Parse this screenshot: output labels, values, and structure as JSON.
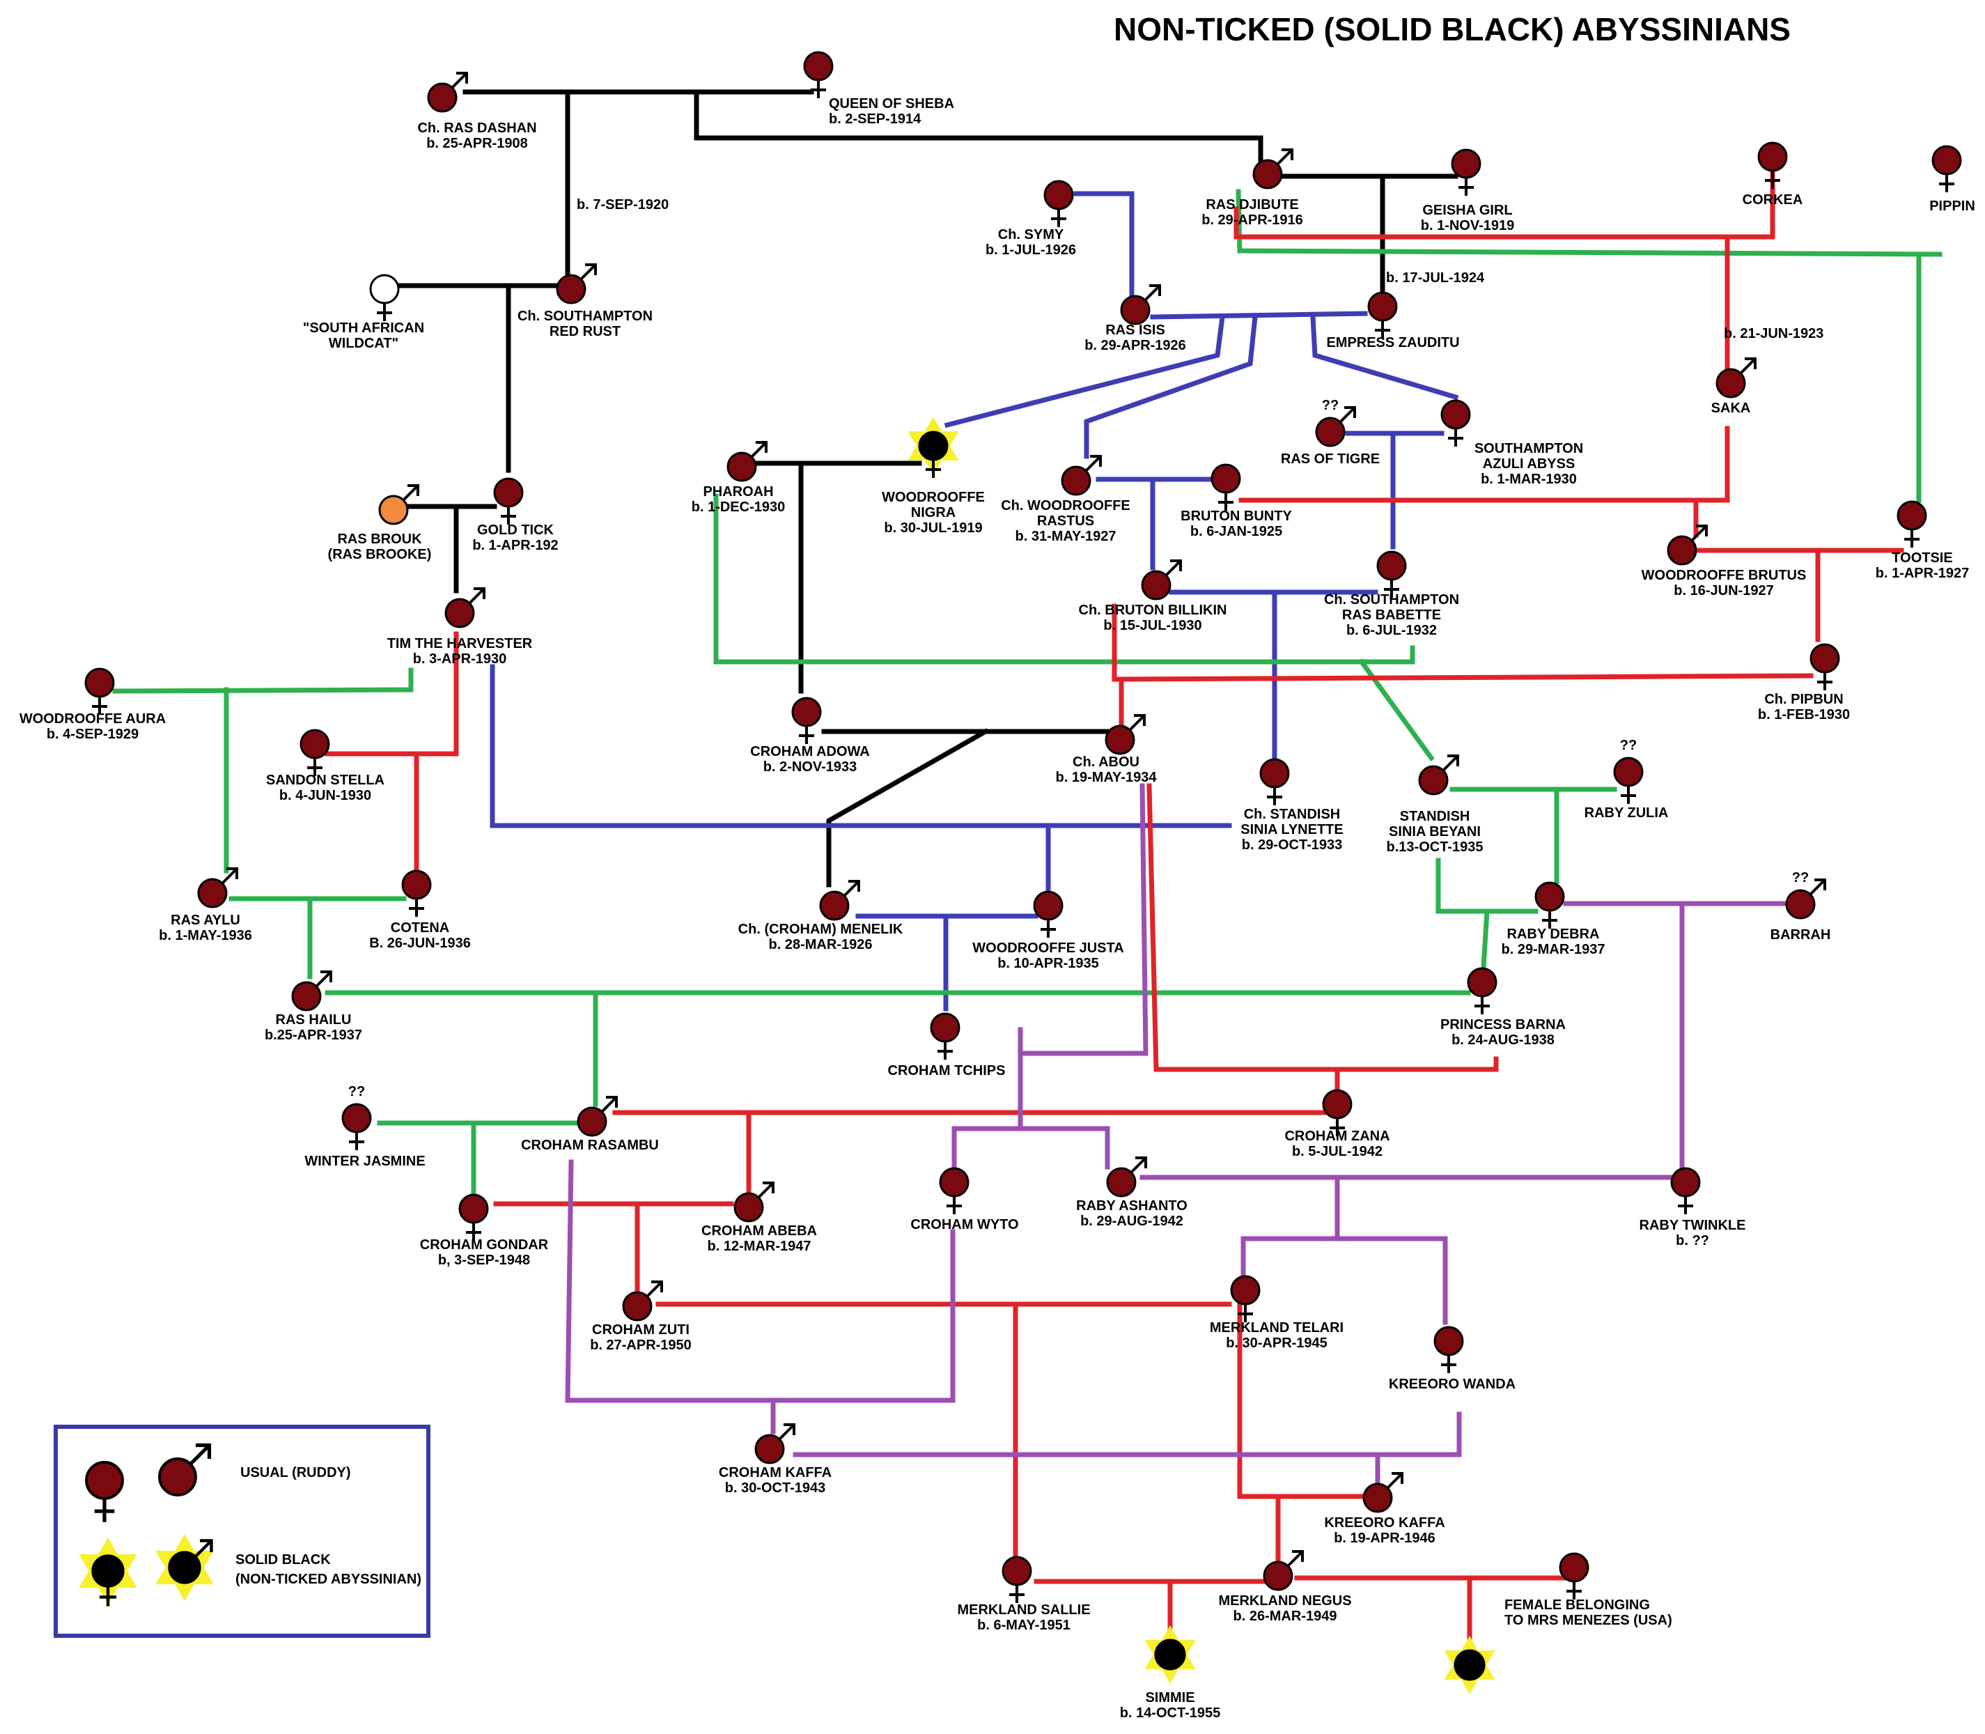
{
  "title": "NON-TICKED (SOLID BLACK) ABYSSINIANS",
  "colors": {
    "black_line": "#000000",
    "blue_line": "#3d3db5",
    "green_line": "#2eb04e",
    "red_line": "#e0232a",
    "purple_line": "#9b4fb0",
    "usual_fill": "#7b0a10",
    "orange_fill": "#f08a3c",
    "solid_black_fill": "#000000",
    "star_fill": "#f7f02a",
    "legend_border": "#3a3aa8"
  },
  "cats": [
    {
      "id": "ras_dashan",
      "type": "male",
      "name": [
        "Ch. RAS DASHAN"
      ],
      "date": "b. 25-APR-1908"
    },
    {
      "id": "queen_sheba",
      "type": "female",
      "name": [
        "QUEEN OF SHEBA"
      ],
      "date": "b. 2-SEP-1914"
    },
    {
      "id": "wildcat",
      "type": "female_white",
      "name": [
        "\"SOUTH AFRICAN",
        "WILDCAT\""
      ],
      "date": ""
    },
    {
      "id": "red_rust",
      "type": "male",
      "name": [
        "Ch. SOUTHAMPTON",
        "RED RUST"
      ],
      "date": ""
    },
    {
      "id": "ras_brouk",
      "type": "male_orange",
      "name": [
        "RAS BROUK",
        "(RAS BROOKE)"
      ],
      "date": ""
    },
    {
      "id": "gold_tick",
      "type": "female",
      "name": [
        "GOLD TICK"
      ],
      "date": "b. 1-APR-192"
    },
    {
      "id": "tim_harvester",
      "type": "male",
      "name": [
        "TIM THE HARVESTER"
      ],
      "date": "b. 3-APR-1930"
    },
    {
      "id": "ras_djibute",
      "type": "male",
      "name": [
        "RAS DJIBUTE"
      ],
      "date": "b. 29-APR-1916"
    },
    {
      "id": "geisha_girl",
      "type": "female",
      "name": [
        "GEISHA GIRL"
      ],
      "date": "b. 1-NOV-1919"
    },
    {
      "id": "corkea",
      "type": "female",
      "name": [
        "CORKEA"
      ],
      "date": ""
    },
    {
      "id": "pippin",
      "type": "female",
      "name": [
        "PIPPIN"
      ],
      "date": ""
    },
    {
      "id": "symy",
      "type": "female",
      "name": [
        "Ch. SYMY"
      ],
      "date": "b. 1-JUL-1926"
    },
    {
      "id": "ras_isis",
      "type": "male",
      "name": [
        "RAS ISIS"
      ],
      "date": "b. 29-APR-1926"
    },
    {
      "id": "empress_zauditu",
      "type": "female",
      "name": [
        "EMPRESS ZAUDITU"
      ],
      "date": ""
    },
    {
      "id": "saka",
      "type": "male",
      "name": [
        "SAKA"
      ],
      "date": ""
    },
    {
      "id": "ras_tigre",
      "type": "male",
      "name": [
        "RAS OF TIGRE"
      ],
      "date": "",
      "q": "??"
    },
    {
      "id": "azuli",
      "type": "female",
      "name": [
        "SOUTHAMPTON",
        "AZULI ABYSS"
      ],
      "date": "b. 1-MAR-1930"
    },
    {
      "id": "pharoah",
      "type": "male",
      "name": [
        "PHAROAH"
      ],
      "date": "b. 1-DEC-1930"
    },
    {
      "id": "nigra",
      "type": "black_female",
      "name": [
        "WOODROOFFE",
        "NIGRA"
      ],
      "date": "b. 30-JUL-1919"
    },
    {
      "id": "rastus",
      "type": "male",
      "name": [
        "Ch. WOODROOFFE",
        "RASTUS"
      ],
      "date": "b. 31-MAY-1927"
    },
    {
      "id": "bruton_bunty",
      "type": "female",
      "name": [
        "BRUTON BUNTY"
      ],
      "date": "b. 6-JAN-1925"
    },
    {
      "id": "brutus",
      "type": "male",
      "name": [
        "WOODROOFFE BRUTUS"
      ],
      "date": "b. 16-JUN-1927"
    },
    {
      "id": "tootsie",
      "type": "female",
      "name": [
        "TOOTSIE"
      ],
      "date": "b. 1-APR-1927"
    },
    {
      "id": "billikin",
      "type": "male",
      "name": [
        "Ch. BRUTON BILLIKIN"
      ],
      "date": "b. 15-JUL-1930"
    },
    {
      "id": "ras_babette",
      "type": "female",
      "name": [
        "Ch. SOUTHAMPTON",
        "RAS BABETTE"
      ],
      "date": "b. 6-JUL-1932"
    },
    {
      "id": "pipbun",
      "type": "female",
      "name": [
        "Ch. PIPBUN"
      ],
      "date": "b. 1-FEB-1930"
    },
    {
      "id": "aura",
      "type": "female",
      "name": [
        "WOODROOFFE AURA"
      ],
      "date": "b. 4-SEP-1929"
    },
    {
      "id": "sandon_stella",
      "type": "female",
      "name": [
        "SANDON STELLA"
      ],
      "date": "b. 4-JUN-1930"
    },
    {
      "id": "croham_adowa",
      "type": "female",
      "name": [
        "CROHAM ADOWA"
      ],
      "date": "b. 2-NOV-1933"
    },
    {
      "id": "abou",
      "type": "male",
      "name": [
        "Ch. ABOU"
      ],
      "date": "b. 19-MAY-1934"
    },
    {
      "id": "lynette",
      "type": "female",
      "name": [
        "Ch. STANDISH",
        "SINIA LYNETTE"
      ],
      "date": "b. 29-OCT-1933"
    },
    {
      "id": "beyani",
      "type": "male",
      "name": [
        "STANDISH",
        "SINIA BEYANI"
      ],
      "date": "b.13-OCT-1935"
    },
    {
      "id": "raby_zulia",
      "type": "female",
      "name": [
        "RABY ZULIA"
      ],
      "date": "",
      "q": "??"
    },
    {
      "id": "ras_aylu",
      "type": "male",
      "name": [
        "RAS AYLU"
      ],
      "date": "b. 1-MAY-1936"
    },
    {
      "id": "cotena",
      "type": "female",
      "name": [
        "COTENA"
      ],
      "date": "B. 26-JUN-1936"
    },
    {
      "id": "menelik",
      "type": "male",
      "name": [
        "Ch. (CROHAM) MENELIK"
      ],
      "date": "b. 28-MAR-1926"
    },
    {
      "id": "justa",
      "type": "female",
      "name": [
        "WOODROOFFE JUSTA"
      ],
      "date": "b. 10-APR-1935"
    },
    {
      "id": "raby_debra",
      "type": "female",
      "name": [
        "RABY DEBRA"
      ],
      "date": "b. 29-MAR-1937"
    },
    {
      "id": "barrah",
      "type": "male",
      "name": [
        "BARRAH"
      ],
      "date": "",
      "q": "??"
    },
    {
      "id": "ras_hailu",
      "type": "male",
      "name": [
        "RAS HAILU"
      ],
      "date": "b.25-APR-1937"
    },
    {
      "id": "tchips",
      "type": "female",
      "name": [
        "CROHAM TCHIPS"
      ],
      "date": ""
    },
    {
      "id": "princess_barna",
      "type": "female",
      "name": [
        "PRINCESS BARNA"
      ],
      "date": "b. 24-AUG-1938"
    },
    {
      "id": "winter_jasmine",
      "type": "female",
      "name": [
        "WINTER JASMINE"
      ],
      "date": "",
      "q": "??"
    },
    {
      "id": "rasambu",
      "type": "male",
      "name": [
        "CROHAM RASAMBU"
      ],
      "date": ""
    },
    {
      "id": "croham_zana",
      "type": "female",
      "name": [
        "CROHAM ZANA"
      ],
      "date": "b. 5-JUL-1942"
    },
    {
      "id": "gondar",
      "type": "female",
      "name": [
        "CROHAM GONDAR"
      ],
      "date": "b, 3-SEP-1948"
    },
    {
      "id": "abeba",
      "type": "male",
      "name": [
        "CROHAM ABEBA"
      ],
      "date": "b. 12-MAR-1947"
    },
    {
      "id": "wyto",
      "type": "female",
      "name": [
        "CROHAM WYTO"
      ],
      "date": ""
    },
    {
      "id": "ashanto",
      "type": "male",
      "name": [
        "RABY ASHANTO"
      ],
      "date": "b. 29-AUG-1942"
    },
    {
      "id": "twinkle",
      "type": "female",
      "name": [
        "RABY TWINKLE"
      ],
      "date": "b. ??"
    },
    {
      "id": "zuti",
      "type": "male",
      "name": [
        "CROHAM ZUTI"
      ],
      "date": "b. 27-APR-1950"
    },
    {
      "id": "telari",
      "type": "female",
      "name": [
        "MERKLAND TELARI"
      ],
      "date": "b. 30-APR-1945"
    },
    {
      "id": "wanda",
      "type": "female",
      "name": [
        "KREEORO WANDA"
      ],
      "date": ""
    },
    {
      "id": "croham_kaffa",
      "type": "male",
      "name": [
        "CROHAM KAFFA"
      ],
      "date": "b. 30-OCT-1943"
    },
    {
      "id": "kreeoro_kaffa",
      "type": "male",
      "name": [
        "KREEORO KAFFA"
      ],
      "date": "b. 19-APR-1946"
    },
    {
      "id": "sallie",
      "type": "female",
      "name": [
        "MERKLAND SALLIE"
      ],
      "date": "b. 6-MAY-1951"
    },
    {
      "id": "negus",
      "type": "male",
      "name": [
        "MERKLAND NEGUS"
      ],
      "date": "b. 26-MAR-1949"
    },
    {
      "id": "menezes",
      "type": "female",
      "name": [
        "FEMALE BELONGING",
        "TO MRS MENEZES (USA)"
      ],
      "date": ""
    },
    {
      "id": "simmie",
      "type": "black_plain",
      "name": [
        "SIMMIE"
      ],
      "date": "b. 14-OCT-1955"
    },
    {
      "id": "menezes_kit",
      "type": "black_plain",
      "name": [],
      "date": ""
    }
  ],
  "edge_labels": [
    {
      "id": "lbl_1920",
      "text": "b. 7-SEP-1920"
    },
    {
      "id": "lbl_1924",
      "text": "b. 17-JUL-1924"
    },
    {
      "id": "lbl_1923",
      "text": "b. 21-JUN-1923"
    }
  ],
  "legend": {
    "usual_label": "USUAL (RUDDY)",
    "solid_label": [
      "SOLID BLACK",
      "(NON-TICKED ABYSSINIAN)"
    ]
  }
}
